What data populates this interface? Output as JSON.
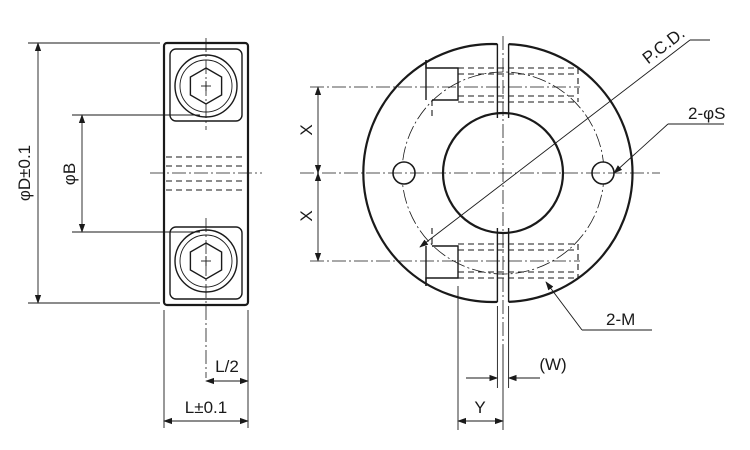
{
  "drawing": {
    "side_view": {
      "outer_diameter_label": "φD±0.1",
      "bore_label": "φB",
      "half_length_label": "L/2",
      "length_label": "L±0.1"
    },
    "front_view": {
      "pcd_label": "P.C.D.",
      "hole_label": "2-φS",
      "thread_label": "2-M",
      "x_upper_label": "X",
      "x_lower_label": "X",
      "slit_width_label": "(W)",
      "offset_label": "Y"
    }
  }
}
